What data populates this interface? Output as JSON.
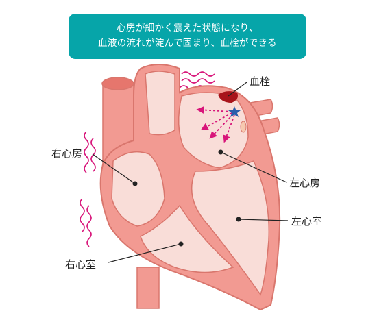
{
  "banner": {
    "line1": "心房が細かく震えた状態になり、",
    "line2": "血液の流れが淀んで固まり、血栓ができる"
  },
  "labels": {
    "thrombus": "血栓",
    "right_atrium": "右心房",
    "left_atrium": "左心房",
    "left_ventricle": "左心室",
    "right_ventricle": "右心室"
  },
  "colors": {
    "banner": "#06a5a9",
    "muscle": "#f29a92",
    "chamber": "#f9ddd8",
    "outline": "#d9766d",
    "vessel_inner": "#e6766d",
    "thrombus": "#a8141b",
    "flutter_lines": "#d8157a",
    "flow_arrows": "#d8157a",
    "star": "#2a5dab"
  }
}
